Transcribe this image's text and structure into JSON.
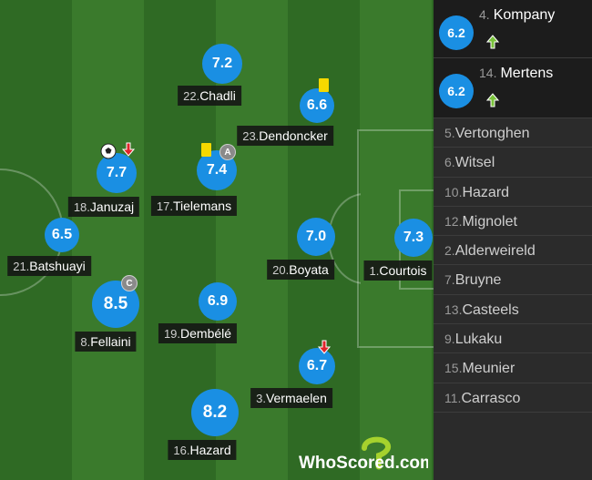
{
  "pitch": {
    "colors": {
      "stripe_dark": "#2f6a24",
      "stripe_light": "#3a7a2c",
      "rating_bubble": "#1a8fe3",
      "name_box": "#141414"
    },
    "players": [
      {
        "id": "chadli",
        "number": "22.",
        "name": "Chadli",
        "rating": "7.2",
        "badges": []
      },
      {
        "id": "dendoncker",
        "number": "23.",
        "name": "Dendoncker",
        "rating": "6.6",
        "badges": [
          "yellow-card"
        ]
      },
      {
        "id": "januzaj",
        "number": "18.",
        "name": "Januzaj",
        "rating": "7.7",
        "badges": [
          "goal-ball",
          "sub-off-arrow"
        ]
      },
      {
        "id": "tielemans",
        "number": "17.",
        "name": "Tielemans",
        "rating": "7.4",
        "badges": [
          "yellow-card",
          "assist"
        ]
      },
      {
        "id": "batshuayi",
        "number": "21.",
        "name": "Batshuayi",
        "rating": "6.5",
        "badges": []
      },
      {
        "id": "boyata",
        "number": "20.",
        "name": "Boyata",
        "rating": "7.0",
        "badges": []
      },
      {
        "id": "courtois",
        "number": "1.",
        "name": "Courtois",
        "rating": "7.3",
        "badges": []
      },
      {
        "id": "fellaini",
        "number": "8.",
        "name": "Fellaini",
        "rating": "8.5",
        "badges": [
          "captain"
        ]
      },
      {
        "id": "dembele",
        "number": "19.",
        "name": "Dembélé",
        "rating": "6.9",
        "badges": []
      },
      {
        "id": "vermaelen",
        "number": "3.",
        "name": "Vermaelen",
        "rating": "6.7",
        "badges": [
          "sub-off-arrow"
        ]
      },
      {
        "id": "hazard16",
        "number": "16.",
        "name": "Hazard",
        "rating": "8.2",
        "badges": []
      }
    ],
    "badge_text": {
      "assist": "A",
      "captain": "C"
    }
  },
  "substitutes": {
    "active": [
      {
        "number": "4.",
        "name": "Kompany",
        "rating": "6.2",
        "icon": "sub-on-arrow"
      },
      {
        "number": "14.",
        "name": "Mertens",
        "rating": "6.2",
        "icon": "sub-on-arrow"
      }
    ],
    "bench": [
      {
        "number": "5.",
        "name": "Vertonghen"
      },
      {
        "number": "6.",
        "name": "Witsel"
      },
      {
        "number": "10.",
        "name": "Hazard"
      },
      {
        "number": "12.",
        "name": "Mignolet"
      },
      {
        "number": "2.",
        "name": "Alderweireld"
      },
      {
        "number": "7.",
        "name": "Bruyne"
      },
      {
        "number": "13.",
        "name": "Casteels"
      },
      {
        "number": "9.",
        "name": "Lukaku"
      },
      {
        "number": "15.",
        "name": "Meunier"
      },
      {
        "number": "11.",
        "name": "Carrasco"
      }
    ]
  },
  "logo": {
    "who": "Who",
    "scored": "Scored",
    "dotcom": ".com"
  }
}
